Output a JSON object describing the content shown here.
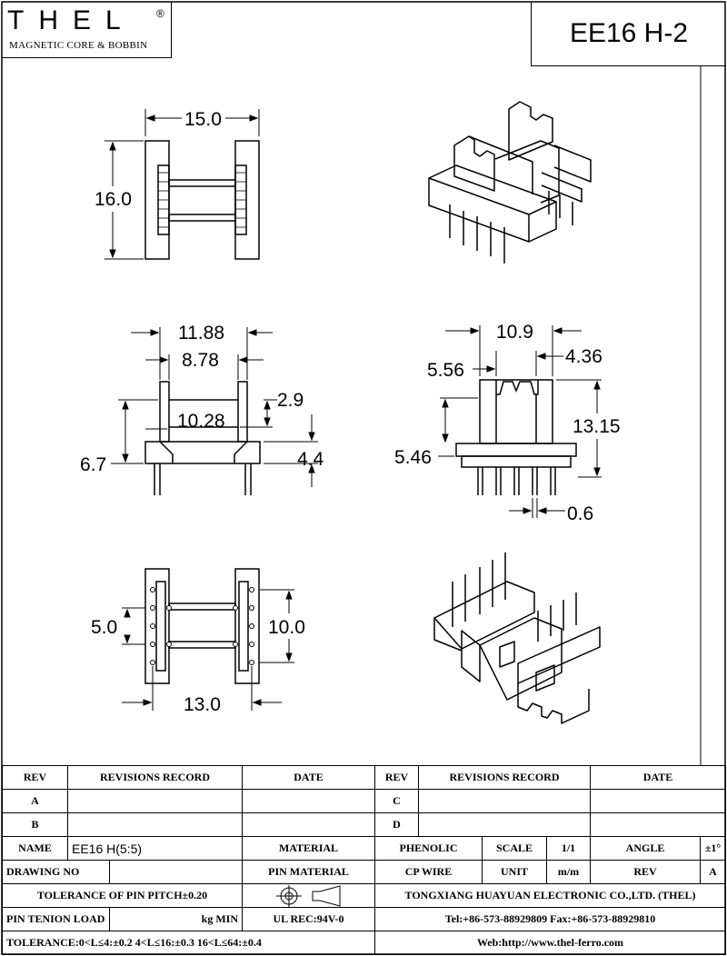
{
  "header": {
    "logo_word": "THEL",
    "logo_registered": "®",
    "logo_subtitle": "MAGNETIC CORE & BOBBIN",
    "part_title": "EE16 H-2"
  },
  "dimensions": {
    "top_width": "15.0",
    "top_height": "16.0",
    "front_outer_width": "11.88",
    "front_inner_width": "8.78",
    "front_flange": "2.9",
    "front_window": "10.28",
    "front_height": "6.7",
    "front_base": "4.4",
    "side_width": "10.9",
    "side_left": "5.56",
    "side_right": "4.36",
    "side_height": "13.15",
    "side_base": "5.46",
    "side_pin": "0.6",
    "bottom_pin_pitch": "5.0",
    "bottom_row_spacing": "10.0",
    "bottom_width": "13.0"
  },
  "table": {
    "rev_header": "REV",
    "revisions_header": "REVISIONS RECORD",
    "date_header": "DATE",
    "rev_a": "A",
    "rev_b": "B",
    "rev_c": "C",
    "rev_d": "D",
    "name_label": "NAME",
    "name_value": "EE16 H(5:5)",
    "material_label": "MATERIAL",
    "material_value": "PHENOLIC",
    "scale_label": "SCALE",
    "scale_value": "1/1",
    "angle_label": "ANGLE",
    "angle_value": "±1°",
    "drawing_no_label": "DRAWING NO",
    "pin_material_label": "PIN MATERIAL",
    "pin_material_value": "CP WIRE",
    "unit_label": "UNIT",
    "unit_value": "m/m",
    "rev_label": "REV",
    "rev_value": "A",
    "pitch_tolerance": "TOLERANCE OF PIN PITCH±0.20",
    "company": "TONGXIANG HUAYUAN ELECTRONIC CO.,LTD. (THEL)",
    "pin_tension_label": "PIN TENION LOAD",
    "pin_tension_unit": "kg MIN",
    "ul_rec": "UL REC:94V-0",
    "tel_fax": "Tel:+86-573-88929809 Fax:+86-573-88929810",
    "tolerance": "TOLERANCE:0<L≤4:±0.2  4<L≤16:±0.3  16<L≤64:±0.4",
    "web": "Web:http://www.thel-ferro.com"
  }
}
